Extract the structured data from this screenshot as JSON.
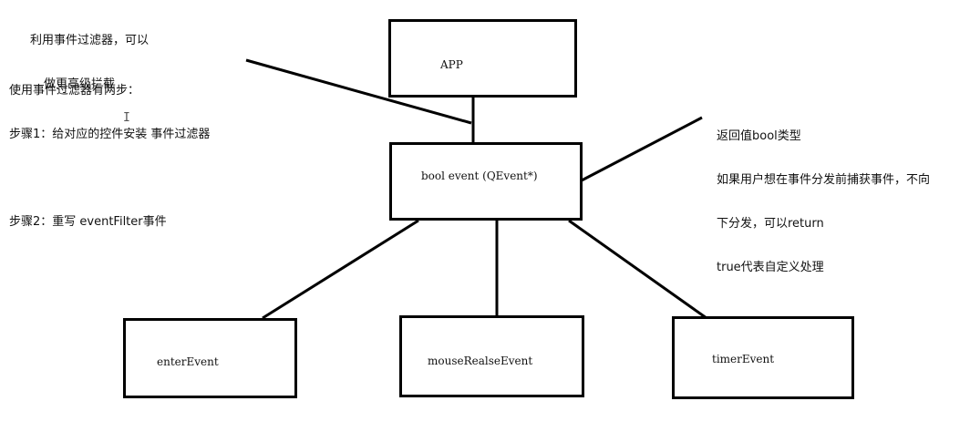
{
  "notes": {
    "top_left_line1": "利用事件过滤器，可以",
    "top_left_line2": "做更高级拦截",
    "steps_line1": "使用事件过滤器有两步：",
    "steps_line2": "步骤1：给对应的控件安装 事件过滤器",
    "steps_line3": "步骤2：重写 eventFilter事件",
    "right_line1": "返回值bool类型",
    "right_line2": "如果用户想在事件分发前捕获事件，不向",
    "right_line3": "下分发，可以return",
    "right_line4": "true代表自定义处理"
  },
  "boxes": {
    "app": "APP",
    "event": "bool event (QEvent*)",
    "enter": "enterEvent",
    "mouse": "mouseRealseEvent",
    "timer": "timerEvent"
  },
  "cursor_glyph": "I"
}
